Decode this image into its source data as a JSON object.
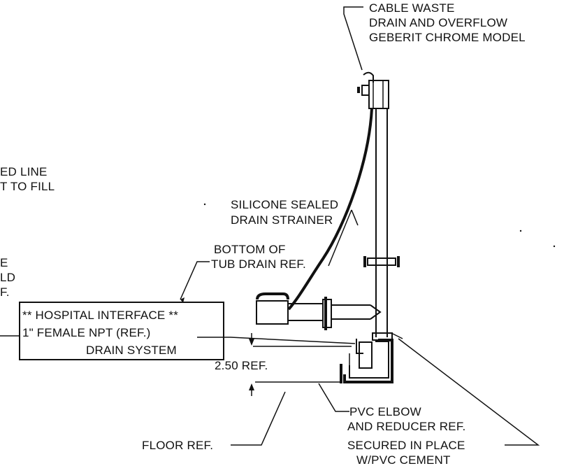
{
  "labels": {
    "cable_waste_1": "CABLE WASTE",
    "cable_waste_2": "DRAIN AND OVERFLOW",
    "cable_waste_3": "GEBERIT CHROME MODEL",
    "partial_1": "ED LINE",
    "partial_2": "T TO FILL",
    "partial_3": "E",
    "partial_4": "LD",
    "partial_5": "F.",
    "silicone_1": "SILICONE SEALED",
    "silicone_2": "DRAIN STRAINER",
    "bottom_1": "BOTTOM OF",
    "bottom_2": "TUB DRAIN REF.",
    "hospital_1": "** HOSPITAL INTERFACE **",
    "hospital_2": "1\" FEMALE NPT (REF.)",
    "hospital_3": "DRAIN SYSTEM",
    "dimension": "2.50 REF.",
    "pvc_1": "PVC ELBOW",
    "pvc_2": "AND REDUCER REF.",
    "secured_1": "SECURED IN PLACE",
    "secured_2": "W/PVC CEMENT",
    "floor": "FLOOR REF."
  }
}
